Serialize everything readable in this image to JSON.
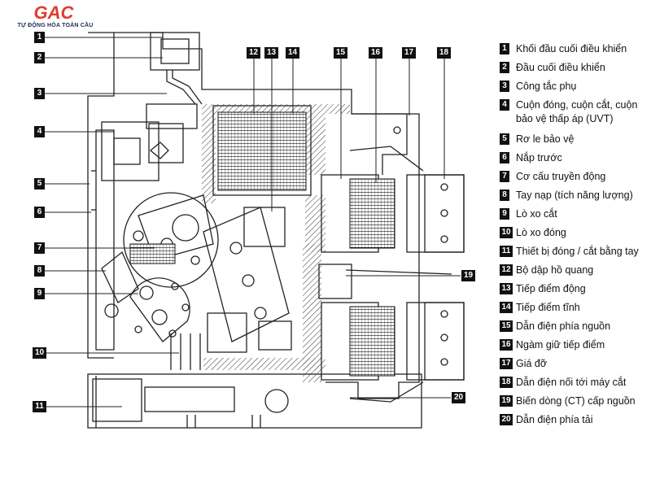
{
  "brand": {
    "logo_text": "GAC",
    "tagline": "TỰ ĐỘNG HÓA TOÀN CẦU",
    "logo_color": "#e23b2c",
    "tagline_color": "#1d2a5a"
  },
  "callouts": [
    "1",
    "2",
    "3",
    "4",
    "5",
    "6",
    "7",
    "8",
    "9",
    "10",
    "11",
    "12",
    "13",
    "14",
    "15",
    "16",
    "17",
    "18",
    "19",
    "20"
  ],
  "legend": [
    {
      "num": "1",
      "label": "Khối đầu cuối điều khiển"
    },
    {
      "num": "2",
      "label": "Đầu cuối điều khiển"
    },
    {
      "num": "3",
      "label": "Công tắc phụ"
    },
    {
      "num": "4",
      "label": "Cuộn đóng, cuộn cắt, cuộn bảo vệ thấp áp (UVT)"
    },
    {
      "num": "5",
      "label": "Rơ le bảo vệ"
    },
    {
      "num": "6",
      "label": "Nắp trước"
    },
    {
      "num": "7",
      "label": "Cơ cấu truyền động"
    },
    {
      "num": "8",
      "label": "Tay nạp (tích năng lượng)"
    },
    {
      "num": "9",
      "label": "Lò xo cắt"
    },
    {
      "num": "10",
      "label": "Lò xo đóng"
    },
    {
      "num": "11",
      "label": "Thiết bị đóng / cắt bằng tay"
    },
    {
      "num": "12",
      "label": "Bộ dập hồ quang"
    },
    {
      "num": "13",
      "label": "Tiếp điểm động"
    },
    {
      "num": "14",
      "label": "Tiếp điểm tĩnh"
    },
    {
      "num": "15",
      "label": "Dẫn điện phía nguồn"
    },
    {
      "num": "16",
      "label": "Ngàm giữ tiếp điểm"
    },
    {
      "num": "17",
      "label": "Giá đỡ"
    },
    {
      "num": "18",
      "label": "Dẫn điện nối tới máy cắt"
    },
    {
      "num": "19",
      "label": "Biến dòng (CT) cấp nguồn"
    },
    {
      "num": "20",
      "label": "Dẫn điện phía tải"
    }
  ]
}
